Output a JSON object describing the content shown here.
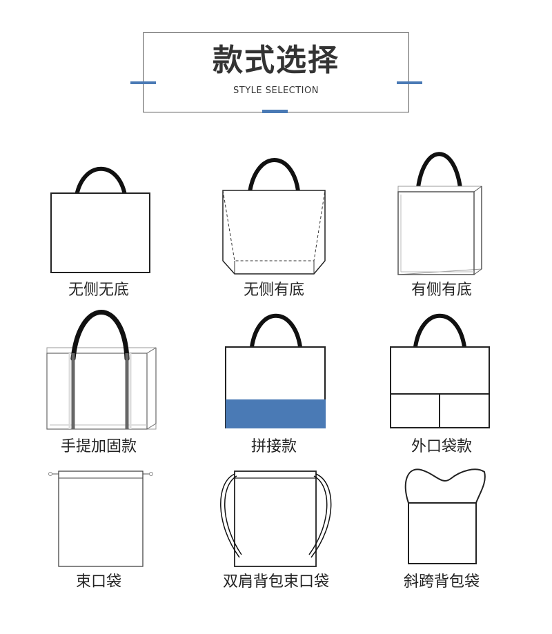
{
  "header": {
    "title": "款式选择",
    "subtitle": "STYLE SELECTION",
    "accent_color": "#4a7ab5"
  },
  "styles": [
    {
      "label": "无侧无底",
      "icon": "flat-tote-bag-icon"
    },
    {
      "label": "无侧有底",
      "icon": "bottom-gusset-bag-icon"
    },
    {
      "label": "有侧有底",
      "icon": "side-and-bottom-gusset-bag-icon"
    },
    {
      "label": "手提加固款",
      "icon": "reinforced-handle-bag-icon"
    },
    {
      "label": "拼接款",
      "icon": "spliced-bag-icon"
    },
    {
      "label": "外口袋款",
      "icon": "outer-pocket-bag-icon"
    },
    {
      "label": "束口袋",
      "icon": "drawstring-pouch-icon"
    },
    {
      "label": "双肩背包束口袋",
      "icon": "drawstring-backpack-icon"
    },
    {
      "label": "斜跨背包袋",
      "icon": "crossbody-bag-icon"
    }
  ],
  "colors": {
    "outline": "#222222",
    "handle": "#111111",
    "splice_fill": "#4a7ab5"
  }
}
